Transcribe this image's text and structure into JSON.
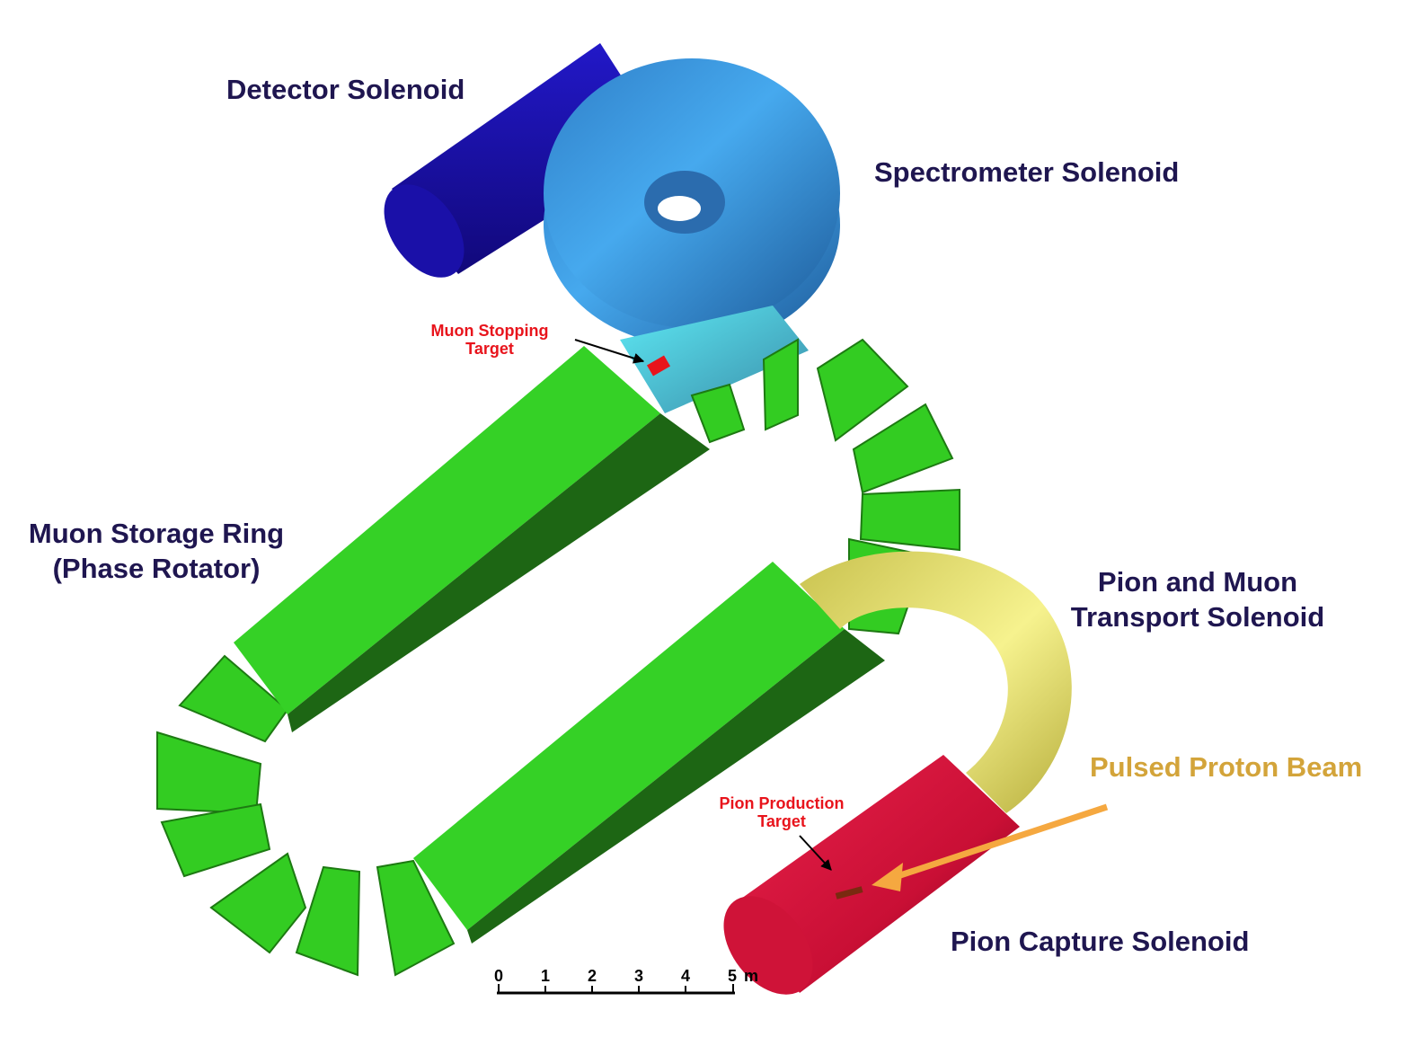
{
  "labels": {
    "detector_solenoid": "Detector Solenoid",
    "spectrometer_solenoid": "Spectrometer Solenoid",
    "muon_stopping_target": [
      "Muon Stopping",
      "Target"
    ],
    "muon_storage_ring": [
      "Muon Storage Ring",
      "(Phase Rotator)"
    ],
    "pion_muon_transport": [
      "Pion and Muon",
      "Transport Solenoid"
    ],
    "pulsed_proton_beam": "Pulsed Proton Beam",
    "pion_production_target": [
      "Pion Production",
      "Target"
    ],
    "pion_capture_solenoid": "Pion Capture Solenoid"
  },
  "scale_bar": {
    "ticks": [
      "0",
      "1",
      "2",
      "3",
      "4",
      "5"
    ],
    "unit": "m"
  },
  "colors": {
    "ring_magnet": "#33cc22",
    "detector_solenoid": "#1a10b0",
    "spectrometer_solenoid": "#2e8fd6",
    "stopping_region": "#45d8e8",
    "transport_solenoid": "#e4df6a",
    "capture_solenoid": "#d5143a",
    "target_marker": "#e8141c",
    "proton_beam": "#f5a840",
    "label_text": "#1f1650"
  }
}
